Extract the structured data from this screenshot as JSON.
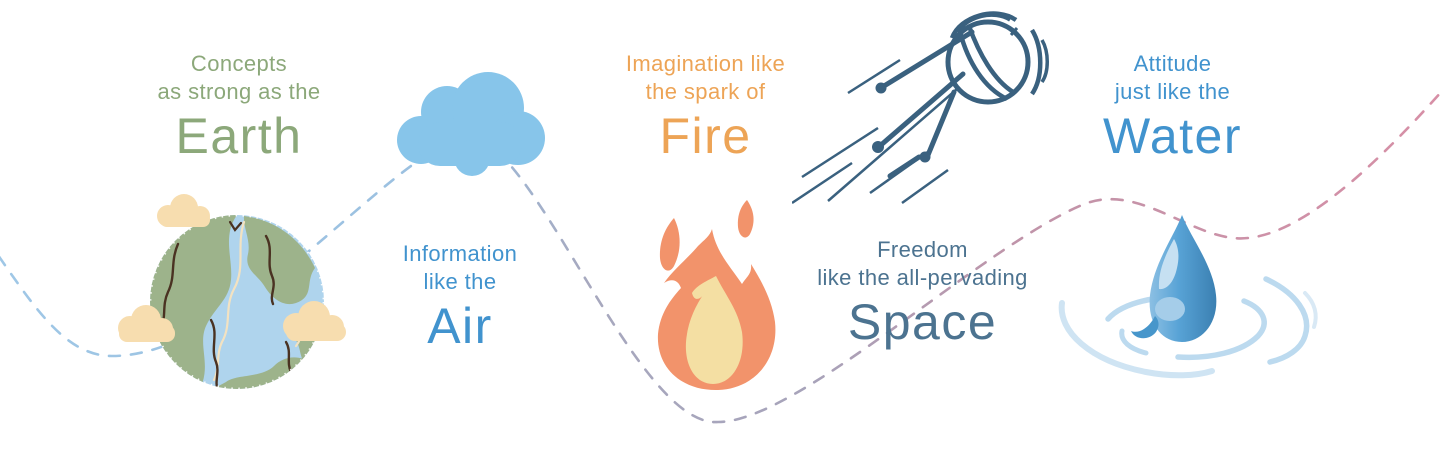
{
  "infographic": {
    "items": [
      {
        "id": "earth",
        "tagline_line1": "Concepts",
        "tagline_line2": "as strong as the",
        "element": "Earth",
        "text_color": "#8CA87A",
        "icon": "earth-globe-icon"
      },
      {
        "id": "air",
        "tagline_line1": "Information",
        "tagline_line2": "like the",
        "element": "Air",
        "text_color": "#4193CE",
        "icon": "cloud-icon"
      },
      {
        "id": "fire",
        "tagline_line1": "Imagination like",
        "tagline_line2": "the spark of",
        "element": "Fire",
        "text_color": "#EDA456",
        "icon": "flame-icon"
      },
      {
        "id": "space",
        "tagline_line1": "Freedom",
        "tagline_line2": "like the all-pervading",
        "element": "Space",
        "text_color": "#4C7390",
        "icon": "sputnik-satellite-icon"
      },
      {
        "id": "water",
        "tagline_line1": "Attitude",
        "tagline_line2": "just like the",
        "element": "Water",
        "text_color": "#4193CE",
        "icon": "water-drop-ripples-icon"
      }
    ],
    "connector": {
      "type": "dashed-wave-line",
      "color_left": "#9CC4E3",
      "color_middle": "#A6A6BC",
      "color_right": "#D58FA6"
    },
    "palette": {
      "globe_land": "#9DB38B",
      "globe_water": "#AFD4ED",
      "globe_cloud": "#F7DDAF",
      "globe_line_dark": "#4A3222",
      "globe_line_cream": "#F3E2C1",
      "air_cloud": "#87C5EA",
      "flame_outer": "#F2936B",
      "flame_inner": "#F4DFA3",
      "satellite_stroke": "#3A617F",
      "drop_blue": "#4E9CD2",
      "ripple_blue": "#BCDAEF"
    }
  }
}
